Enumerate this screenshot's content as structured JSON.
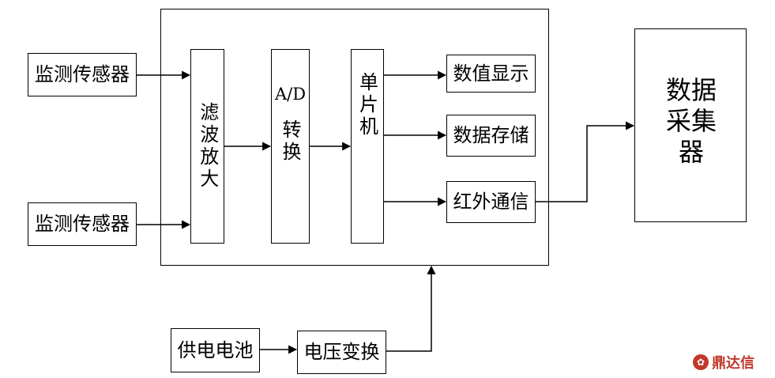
{
  "diagram": {
    "sensor_top": "监测传感器",
    "sensor_bottom": "监测传感器",
    "filter_amp": "滤波放大",
    "ad_title": "A/D",
    "ad_sub": "转换",
    "mcu": "单片机",
    "display": "数值显示",
    "storage": "数据存储",
    "infrared": "红外通信",
    "collector": "数据采集器",
    "battery": "供电电池",
    "voltage_conv": "电压变换"
  },
  "watermark": {
    "text": "鼎达信",
    "color": "#c0392b"
  }
}
